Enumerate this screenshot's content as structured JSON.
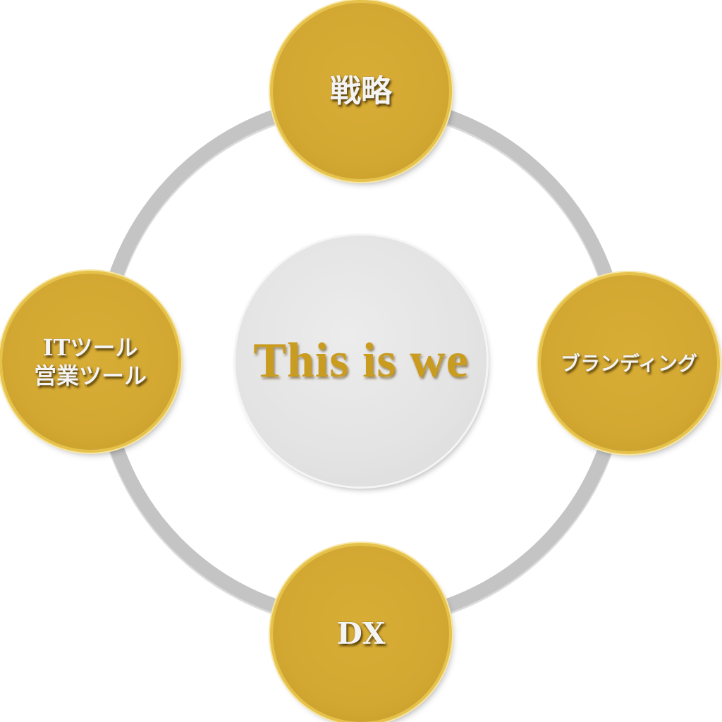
{
  "center": {
    "label": "This is we"
  },
  "nodes": {
    "top": {
      "label": "戦略"
    },
    "right": {
      "label": "ブランディング"
    },
    "bottom": {
      "label": "DX"
    },
    "left": {
      "line1": "ITツール",
      "line2": "営業ツール"
    }
  },
  "colors": {
    "gold": "#d3a832",
    "ring": "#c4c4c4",
    "center_fill": "#e3e3e3",
    "center_text": "#c99b1f",
    "node_text": "#f4f4f4"
  }
}
